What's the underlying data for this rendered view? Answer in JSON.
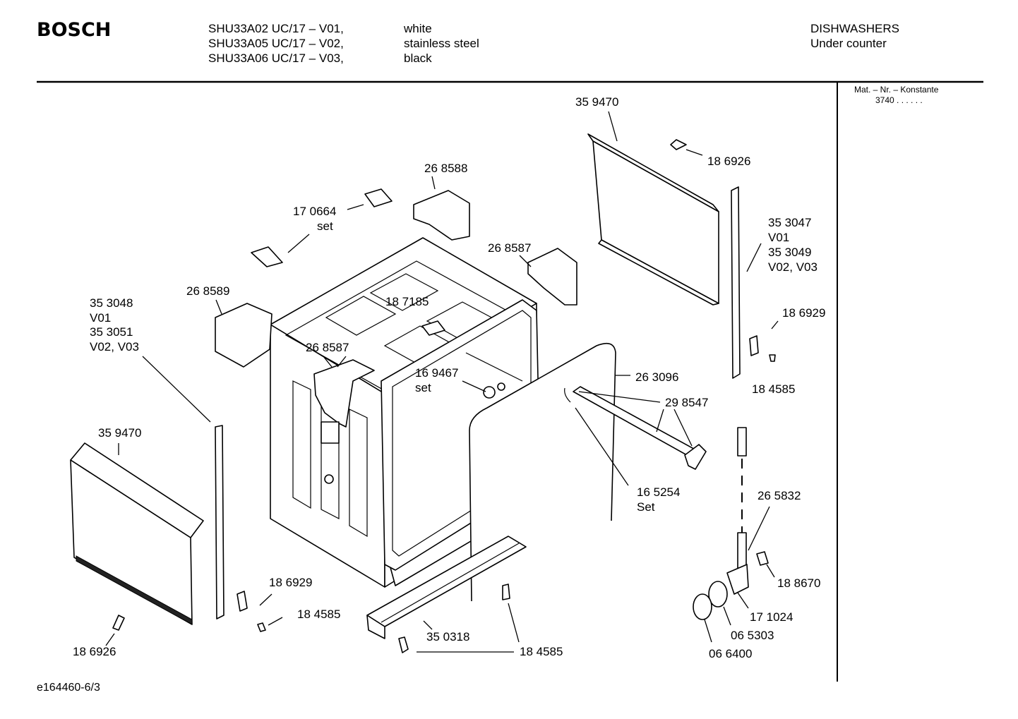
{
  "header": {
    "brand": "BOSCH",
    "models": [
      "SHU33A02 UC/17 – V01,",
      "SHU33A05 UC/17 – V02,",
      "SHU33A06 UC/17 – V03,"
    ],
    "colors": [
      "white",
      "stainless steel",
      "black"
    ],
    "category": [
      "DISHWASHERS",
      "Under counter"
    ]
  },
  "material": {
    "title": "Mat. – Nr. – Konstante",
    "value": "3740 .  .  .  .  .  ."
  },
  "parts": {
    "p359470_top": "35 9470",
    "p186926_top": "18 6926",
    "p268588": "26 8588",
    "p170664": "17 0664",
    "p170664_set": "set",
    "p268587_a": "26 8587",
    "p353047": "35 3047",
    "p353047_v": "V01",
    "p353049": "35 3049",
    "p353049_v": "V02, V03",
    "p268589": "26 8589",
    "p187185": "18 7185",
    "p353048": "35 3048",
    "p353048_v": "V01",
    "p353051": "35 3051",
    "p353051_v": "V02, V03",
    "p186929_right": "18 6929",
    "p268587_b": "26 8587",
    "p169467": "16 9467",
    "p169467_set": "set",
    "p263096": "26 3096",
    "p184585_right": "18 4585",
    "p298547": "29 8547",
    "p359470_front": "35 9470",
    "p165254": "16 5254",
    "p165254_set": "Set",
    "p265832": "26 5832",
    "p188670": "18 8670",
    "p186929_left": "18 6929",
    "p184585_left": "18 4585",
    "p171024": "17 1024",
    "p350318": "35 0318",
    "p065303": "06 5303",
    "p186926_bottom": "18 6926",
    "p184585_bottom": "18 4585",
    "p066400": "06 6400"
  },
  "footer": {
    "code": "e164460-6/3"
  }
}
